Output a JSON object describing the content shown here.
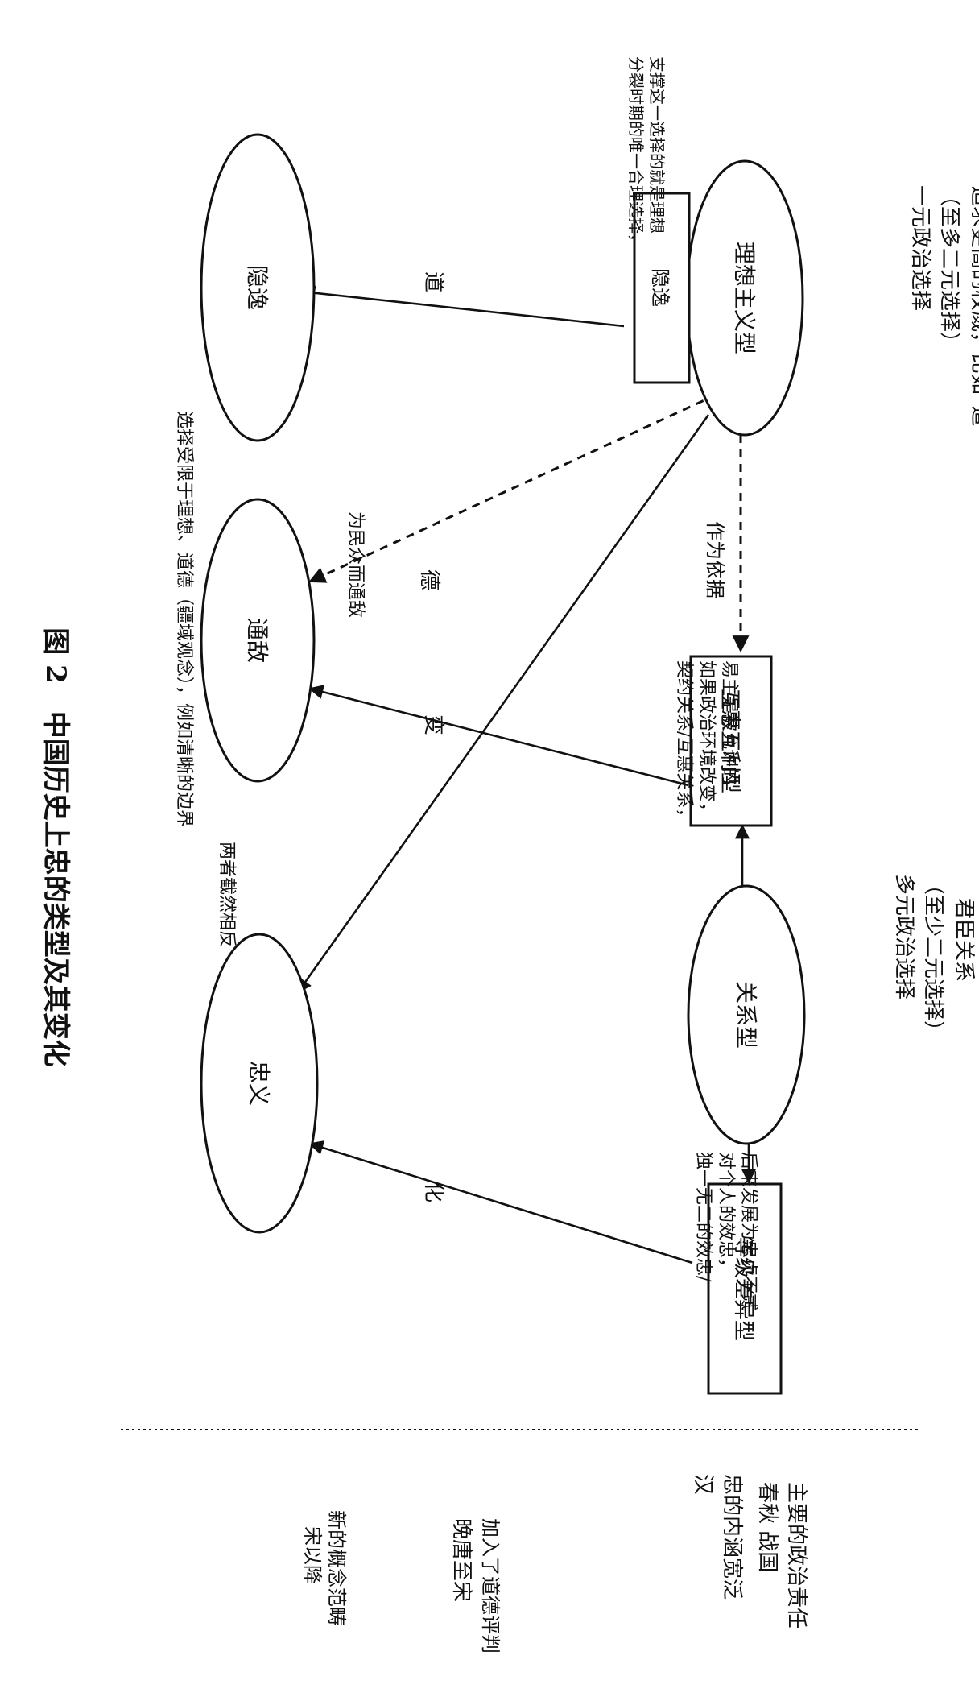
{
  "figure_caption": "图 2　中国历史上忠的类型及其变化",
  "nodes": {
    "idealist": "理想主义型",
    "reciprocal": "互惠互利型",
    "relational": "关系型",
    "hierarchical": "等级差异型",
    "reclusion_box": "隐逸",
    "reclusion": "隐逸",
    "surrender": "通敌",
    "loyalty": "忠义"
  },
  "edge_labels": {
    "dao": "道",
    "de": "德",
    "basis": "作为依据",
    "change": "变",
    "transform": "化"
  },
  "notes": {
    "ideal_1": "一元政治选择",
    "ideal_2": "（至多二元选择）",
    "ideal_3": "追求更高的权威，比如“道”",
    "relational_1": "多元政治选择",
    "relational_2": "（至少二元选择）",
    "relational_3": "君臣关系",
    "split_1": "分裂时期的唯一合理选择，",
    "split_2": "支撑这一选择的就是理想",
    "contract_1": "契约关系/互惠关系，",
    "contract_2": "如果政治环境改变，",
    "contract_3": "易主是被允许的",
    "unique_1": "独一无二的效忠/",
    "unique_2": "对个人的效忠，",
    "unique_3": "后来发展为忠贞不贰",
    "for_people": "为民众而通敌",
    "opposite": "两者截然相反",
    "limit_1": "选择受限于理想、道德（疆域观念），例如清晰的边界"
  },
  "timeline": {
    "spring_autumn": "春秋 战国",
    "spring_autumn_desc": "主要的政治责任",
    "han": "汉",
    "han_desc": "忠的内涵宽泛",
    "late_tang": "晚唐至宋",
    "late_tang_desc": "加入了道德评判",
    "song": "宋以降",
    "song_desc": "新的概念范畴"
  }
}
